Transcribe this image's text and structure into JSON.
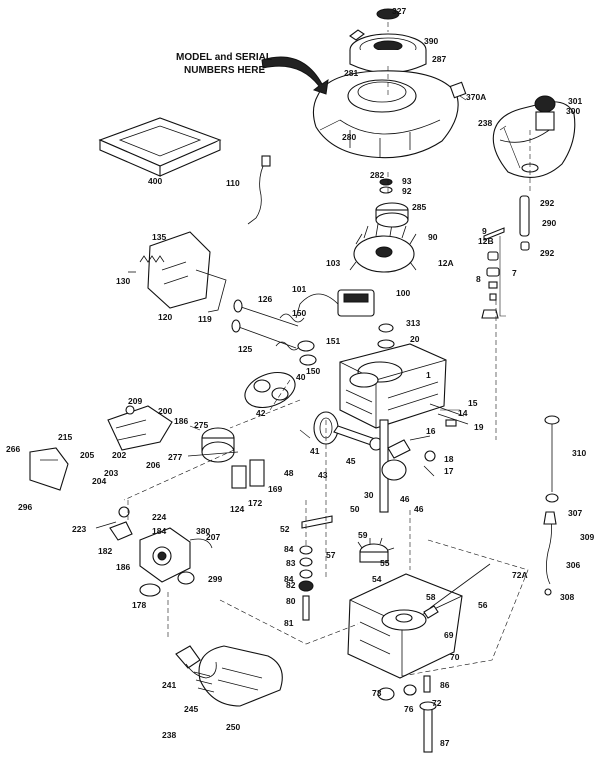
{
  "diagram": {
    "note_line1": "MODEL and SERIAL",
    "note_line2": "NUMBERS HERE",
    "labels": [
      {
        "id": "327",
        "text": "327"
      },
      {
        "id": "390",
        "text": "390"
      },
      {
        "id": "287",
        "text": "287"
      },
      {
        "id": "281",
        "text": "281"
      },
      {
        "id": "370A",
        "text": "370A"
      },
      {
        "id": "280",
        "text": "280"
      },
      {
        "id": "301",
        "text": "301"
      },
      {
        "id": "300",
        "text": "300"
      },
      {
        "id": "238a",
        "text": "238"
      },
      {
        "id": "400",
        "text": "400"
      },
      {
        "id": "282",
        "text": "282"
      },
      {
        "id": "93",
        "text": "93"
      },
      {
        "id": "92",
        "text": "92"
      },
      {
        "id": "110",
        "text": "110"
      },
      {
        "id": "285",
        "text": "285"
      },
      {
        "id": "292a",
        "text": "292"
      },
      {
        "id": "290",
        "text": "290"
      },
      {
        "id": "292b",
        "text": "292"
      },
      {
        "id": "135",
        "text": "135"
      },
      {
        "id": "90",
        "text": "90"
      },
      {
        "id": "12B",
        "text": "12B"
      },
      {
        "id": "9",
        "text": "9"
      },
      {
        "id": "130",
        "text": "130"
      },
      {
        "id": "103",
        "text": "103"
      },
      {
        "id": "12A",
        "text": "12A"
      },
      {
        "id": "8",
        "text": "8"
      },
      {
        "id": "7",
        "text": "7"
      },
      {
        "id": "120",
        "text": "120"
      },
      {
        "id": "119",
        "text": "119"
      },
      {
        "id": "101",
        "text": "101"
      },
      {
        "id": "100",
        "text": "100"
      },
      {
        "id": "126",
        "text": "126"
      },
      {
        "id": "150",
        "text": "150"
      },
      {
        "id": "313",
        "text": "313"
      },
      {
        "id": "125",
        "text": "125"
      },
      {
        "id": "151",
        "text": "151"
      },
      {
        "id": "20",
        "text": "20"
      },
      {
        "id": "1",
        "text": "1"
      },
      {
        "id": "40a",
        "text": "40"
      },
      {
        "id": "150b",
        "text": "150"
      },
      {
        "id": "209",
        "text": "209"
      },
      {
        "id": "15",
        "text": "15"
      },
      {
        "id": "200",
        "text": "200"
      },
      {
        "id": "42",
        "text": "42"
      },
      {
        "id": "14",
        "text": "14"
      },
      {
        "id": "275",
        "text": "275"
      },
      {
        "id": "186",
        "text": "186"
      },
      {
        "id": "19",
        "text": "19"
      },
      {
        "id": "215",
        "text": "215"
      },
      {
        "id": "16",
        "text": "16"
      },
      {
        "id": "310",
        "text": "310"
      },
      {
        "id": "266",
        "text": "266"
      },
      {
        "id": "205",
        "text": "205"
      },
      {
        "id": "202",
        "text": "202"
      },
      {
        "id": "206",
        "text": "206"
      },
      {
        "id": "277",
        "text": "277"
      },
      {
        "id": "41",
        "text": "41"
      },
      {
        "id": "45",
        "text": "45"
      },
      {
        "id": "18",
        "text": "18"
      },
      {
        "id": "17",
        "text": "17"
      },
      {
        "id": "203",
        "text": "203"
      },
      {
        "id": "43",
        "text": "43"
      },
      {
        "id": "204",
        "text": "204"
      },
      {
        "id": "48",
        "text": "48"
      },
      {
        "id": "296",
        "text": "296"
      },
      {
        "id": "172",
        "text": "172"
      },
      {
        "id": "169",
        "text": "169"
      },
      {
        "id": "30",
        "text": "30"
      },
      {
        "id": "46a",
        "text": "46"
      },
      {
        "id": "50",
        "text": "50"
      },
      {
        "id": "46b",
        "text": "46"
      },
      {
        "id": "307",
        "text": "307"
      },
      {
        "id": "124",
        "text": "124"
      },
      {
        "id": "224",
        "text": "224"
      },
      {
        "id": "223",
        "text": "223"
      },
      {
        "id": "52",
        "text": "52"
      },
      {
        "id": "309",
        "text": "309"
      },
      {
        "id": "184",
        "text": "184"
      },
      {
        "id": "380",
        "text": "380"
      },
      {
        "id": "207",
        "text": "207"
      },
      {
        "id": "59",
        "text": "59"
      },
      {
        "id": "182",
        "text": "182"
      },
      {
        "id": "84a",
        "text": "84"
      },
      {
        "id": "306",
        "text": "306"
      },
      {
        "id": "186b",
        "text": "186"
      },
      {
        "id": "58",
        "text": "58"
      },
      {
        "id": "83",
        "text": "83"
      },
      {
        "id": "57",
        "text": "57"
      },
      {
        "id": "54",
        "text": "54"
      },
      {
        "id": "84b",
        "text": "84"
      },
      {
        "id": "72A",
        "text": "72A"
      },
      {
        "id": "299",
        "text": "299"
      },
      {
        "id": "82",
        "text": "82"
      },
      {
        "id": "178",
        "text": "178"
      },
      {
        "id": "80",
        "text": "80"
      },
      {
        "id": "56",
        "text": "56"
      },
      {
        "id": "308",
        "text": "308"
      },
      {
        "id": "55",
        "text": "55"
      },
      {
        "id": "81",
        "text": "81"
      },
      {
        "id": "69",
        "text": "69"
      },
      {
        "id": "70",
        "text": "70"
      },
      {
        "id": "241",
        "text": "241"
      },
      {
        "id": "86",
        "text": "86"
      },
      {
        "id": "73",
        "text": "73"
      },
      {
        "id": "245",
        "text": "245"
      },
      {
        "id": "72",
        "text": "72"
      },
      {
        "id": "76",
        "text": "76"
      },
      {
        "id": "238b",
        "text": "238"
      },
      {
        "id": "250",
        "text": "250"
      },
      {
        "id": "87",
        "text": "87"
      }
    ]
  }
}
